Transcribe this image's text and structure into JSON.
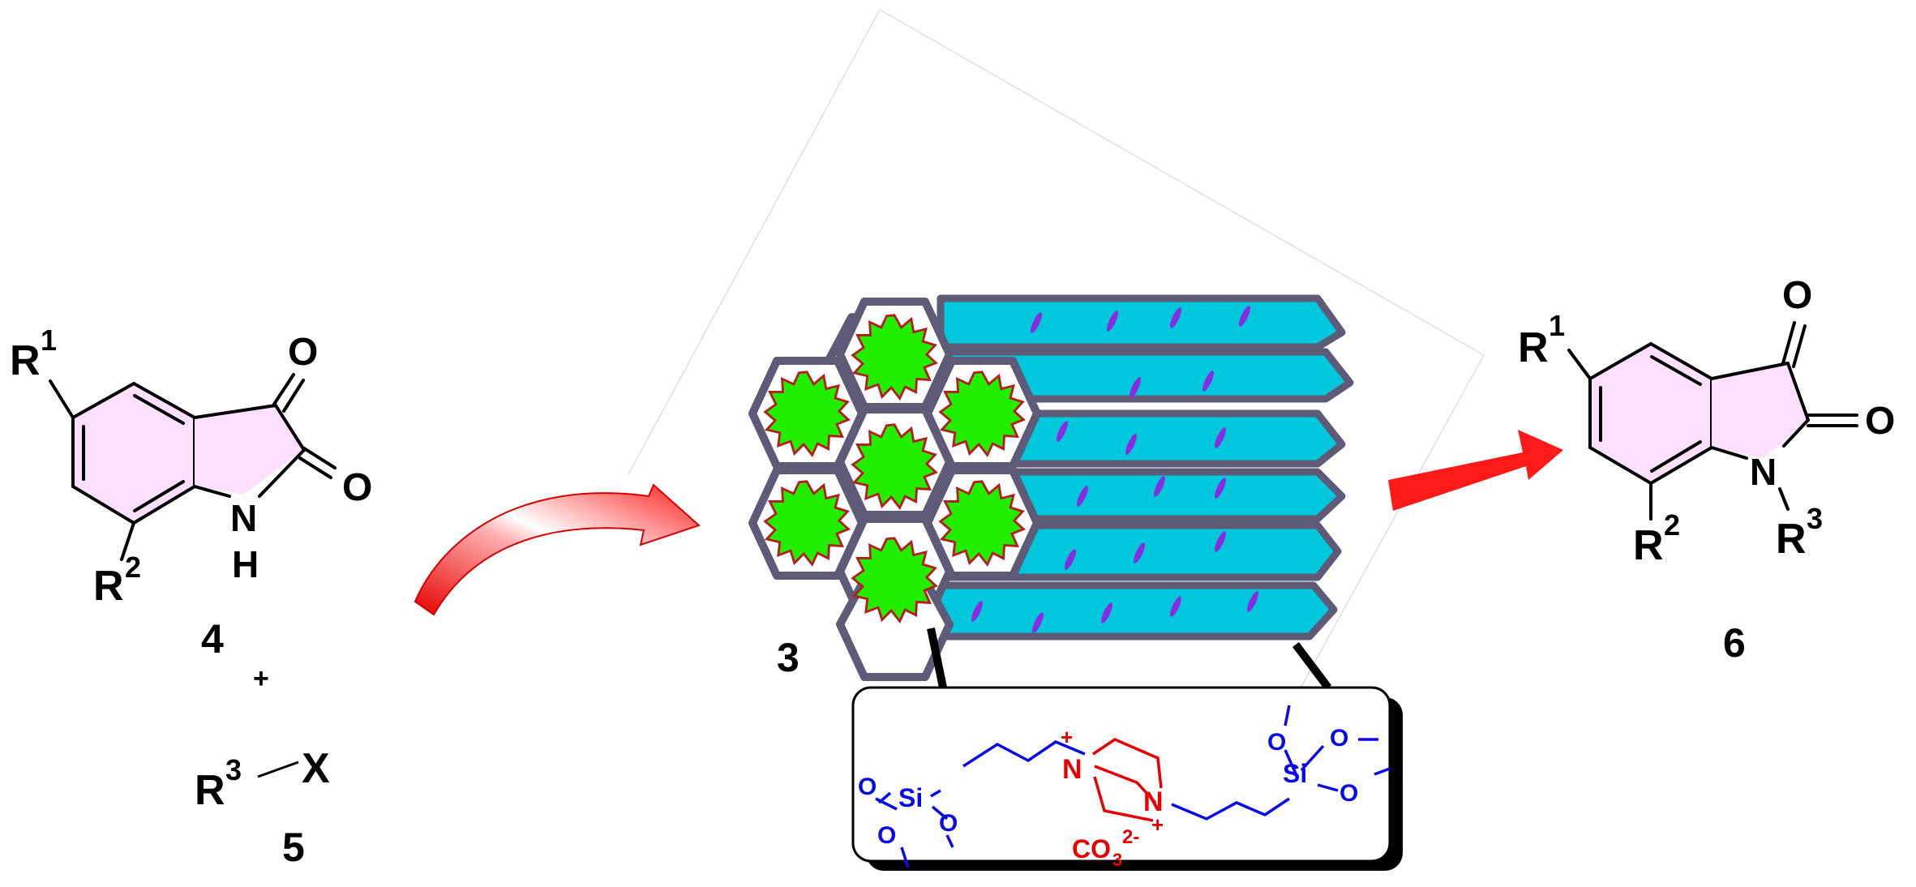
{
  "colors": {
    "ring_fill": "#fde0ff",
    "bond": "#000000",
    "arrow_red": "#ff1a1a",
    "hex_border": "#5e5a78",
    "star_fill": "#22ee00",
    "star_edge": "#b31d1d",
    "channel_fill": "#00c8dc",
    "dash_mark": "#8a2be2",
    "linker_blue": "#0a0ae6",
    "dabco_red": "#e60000"
  },
  "reactant_isatin": {
    "r1": "R",
    "r1_sup": "1",
    "r2": "R",
    "r2_sup": "2",
    "o_top": "O",
    "o_right": "O",
    "nh_n": "N",
    "nh_h": "H",
    "compound_number": "4"
  },
  "plus_sign": "+",
  "reactant_halide": {
    "r3": "R",
    "r3_sup": "3",
    "x": "X",
    "compound_number": "5"
  },
  "catalyst": {
    "compound_number": "3",
    "linker": {
      "o": "O",
      "si": "Si",
      "n": "N",
      "n_charge": "+",
      "co3": "CO",
      "co3_sub": "3",
      "co3_charge": "2-"
    }
  },
  "product": {
    "r1": "R",
    "r1_sup": "1",
    "r2": "R",
    "r2_sup": "2",
    "r3": "R",
    "r3_sup": "3",
    "o_top": "O",
    "o_right": "O",
    "n": "N",
    "compound_number": "6"
  },
  "icons": [
    "curved-arrow-icon",
    "straight-arrow-icon",
    "hexagon-pore-icon",
    "star-particle-icon"
  ]
}
